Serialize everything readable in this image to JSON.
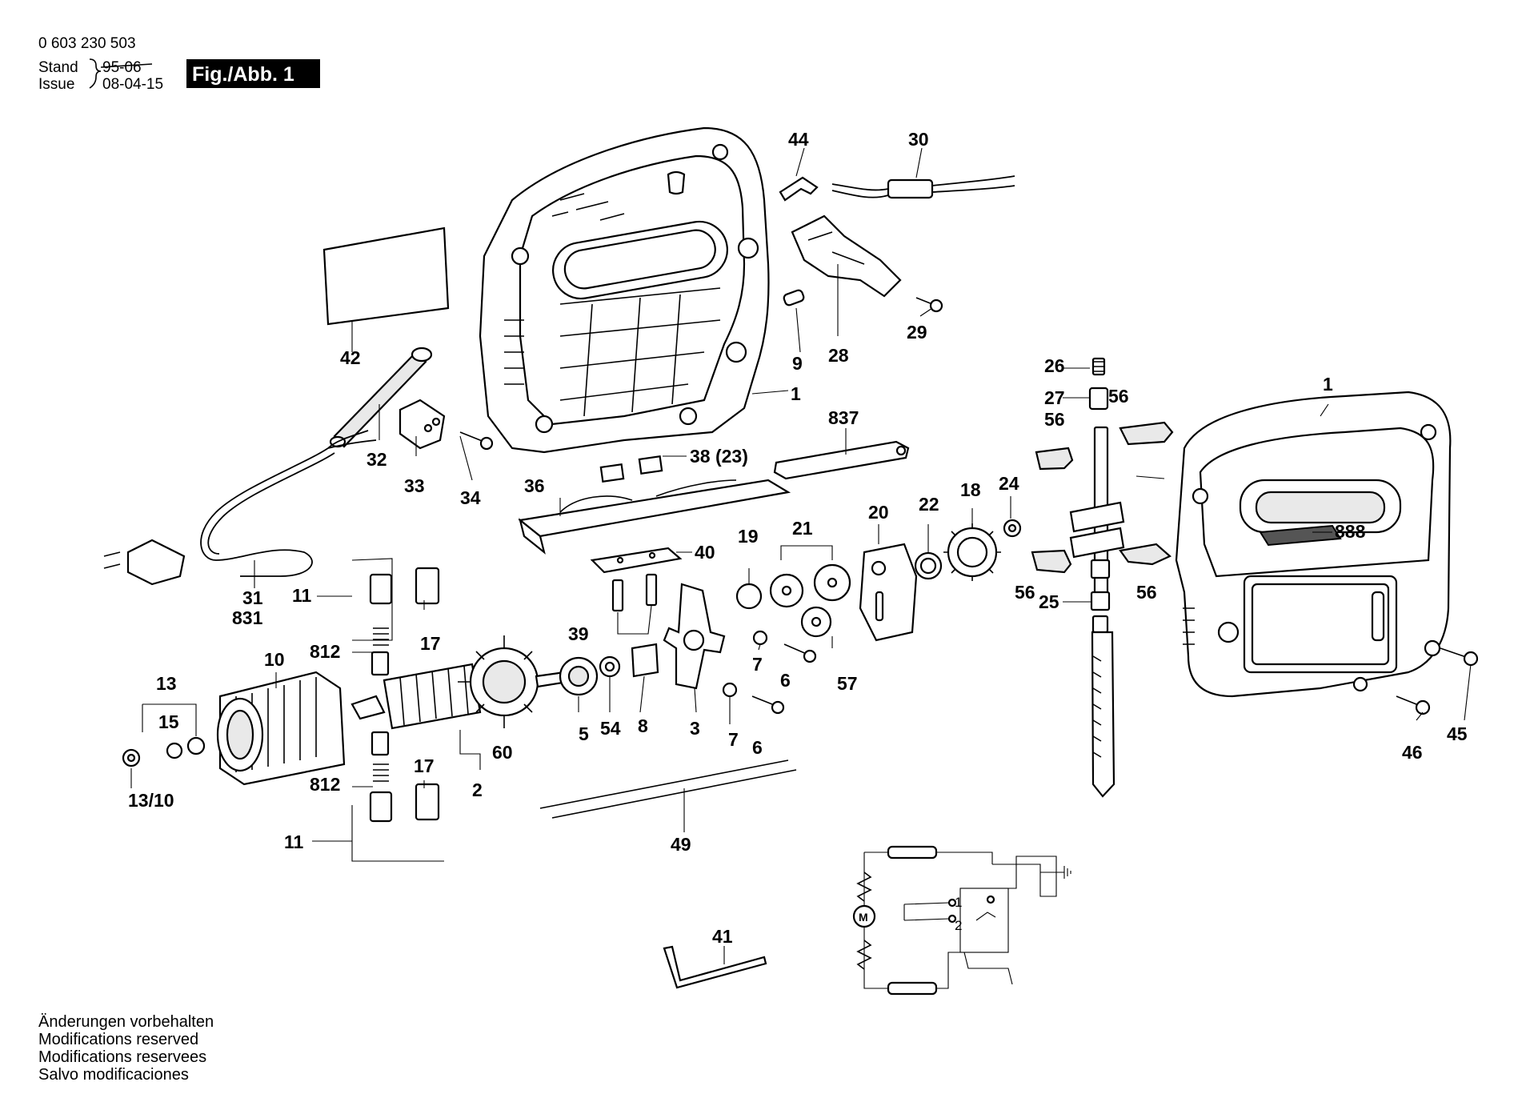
{
  "header": {
    "doc_number": "0 603 230 503",
    "stand_label": "Stand",
    "issue_label": "Issue",
    "old_date": "95-06",
    "issue_date": "08-04-15",
    "figure_label": "Fig./Abb. 1"
  },
  "footer": {
    "notes": [
      "Änderungen vorbehalten",
      "Modifications reserved",
      "Modifications reservees",
      "Salvo modificaciones"
    ]
  },
  "schematic": {
    "motor_label": "M",
    "terminal_1": "1",
    "terminal_2": "2"
  },
  "callouts": {
    "c1a": "1",
    "c1b": "1",
    "c2": "2",
    "c3": "3",
    "c5": "5",
    "c6a": "6",
    "c6b": "6",
    "c7a": "7",
    "c7b": "7",
    "c8": "8",
    "c9": "9",
    "c10": "10",
    "c11a": "11",
    "c11b": "11",
    "c13": "13",
    "c13_10": "13/10",
    "c15": "15",
    "c17a": "17",
    "c17b": "17",
    "c18": "18",
    "c19": "19",
    "c20": "20",
    "c21": "21",
    "c22": "22",
    "c24": "24",
    "c25": "25",
    "c26": "26",
    "c27": "27",
    "c28": "28",
    "c29": "29",
    "c30": "30",
    "c31": "31",
    "c831": "831",
    "c32": "32",
    "c33": "33",
    "c34": "34",
    "c36": "36",
    "c38": "38 (23)",
    "c39": "39",
    "c40": "40",
    "c41": "41",
    "c42": "42",
    "c44": "44",
    "c45": "45",
    "c46": "46",
    "c49": "49",
    "c54": "54",
    "c56a": "56",
    "c56b": "56",
    "c56c": "56",
    "c56d": "56",
    "c57": "57",
    "c60": "60",
    "c812a": "812",
    "c812b": "812",
    "c837": "837",
    "c888": "888"
  }
}
